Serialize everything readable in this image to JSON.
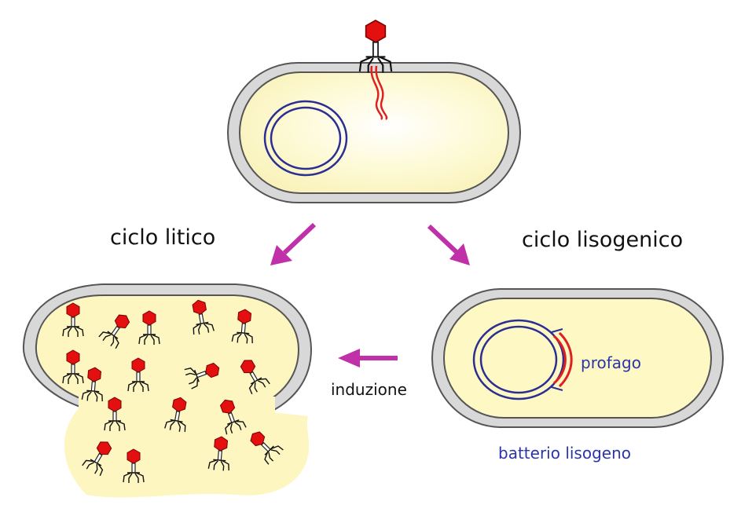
{
  "labels": {
    "lytic": "ciclo litico",
    "lysogenic": "ciclo lisogenico",
    "induction": "induzione",
    "prophage": "profago",
    "lysogenic_bacterium": "batterio lisogeno"
  },
  "icons": [
    "bacteriophage-icon",
    "bacterial-cell-icon",
    "circular-chromosome-icon",
    "arrow-icon"
  ],
  "colors": {
    "cytoplasm": "#fdf8c4",
    "membrane": "#6e6e6e",
    "dna": "#2b2f92",
    "phage_dna": "#e02020",
    "phage_head": "#e41010",
    "arrow": "#c030a8",
    "label_blue": "#2b35a8"
  }
}
